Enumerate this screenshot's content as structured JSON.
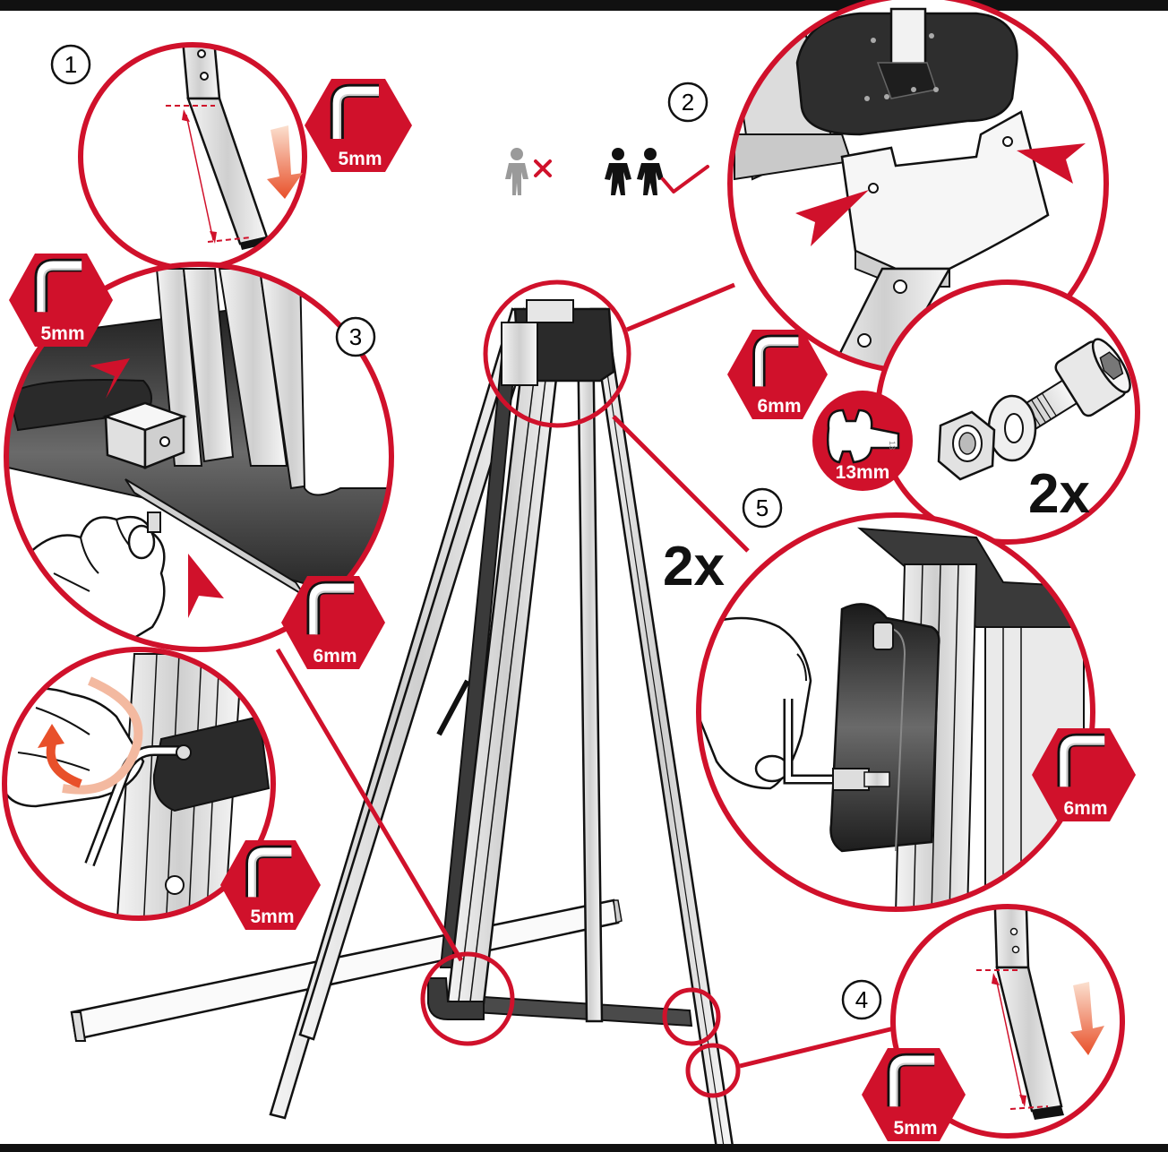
{
  "colors": {
    "accent": "#d0112b",
    "ink": "#111111",
    "muted": "#9a9a9a",
    "paper": "#ffffff"
  },
  "steps": {
    "s1": {
      "number": "1",
      "tool": "5mm"
    },
    "s2": {
      "number": "2",
      "tool_hex": "6mm",
      "tool_wrench": "13mm",
      "multiplier": "2x"
    },
    "s3": {
      "number": "3",
      "tool_top": "5mm",
      "tool_bottom": "6mm",
      "tool_turn": "5mm"
    },
    "s4": {
      "number": "4",
      "tool": "5mm"
    },
    "s5": {
      "number": "5",
      "tool": "6mm",
      "multiplier": "2x"
    }
  },
  "wrench_mark": "13",
  "icons": [
    "single-person-crossed-icon",
    "two-people-check-icon",
    "hex-key-icon",
    "wrench-icon",
    "arrow-icon"
  ]
}
